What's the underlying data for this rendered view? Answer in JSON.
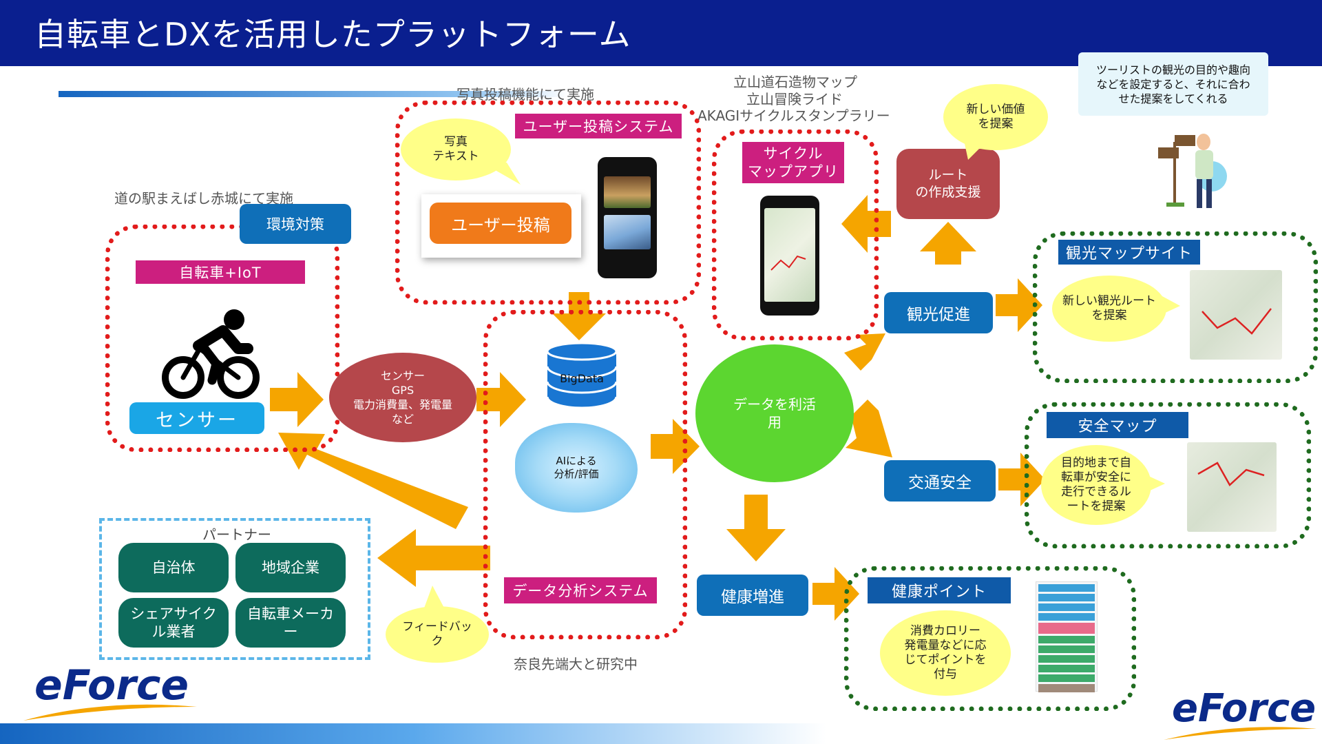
{
  "title": "自転車とDXを活用したプラットフォーム",
  "captions": {
    "photo_feature": "写真投稿機能にて実施",
    "map_apps_1": "立山道石造物マップ",
    "map_apps_2": "立山冒険ライド",
    "map_apps_3": "AKAGIサイクルスタンプラリー",
    "michinoeki": "道の駅まえばし赤城にて実施",
    "nara": "奈良先端大と研究中"
  },
  "user_post_system": {
    "label": "ユーザー投稿システム",
    "bubble_1": "写真",
    "bubble_2": "テキスト",
    "button": "ユーザー投稿"
  },
  "env": {
    "label": "環境対策"
  },
  "iot": {
    "label": "自転車+IoT",
    "sensor": "センサー",
    "cyclist_icon": "cyclist-icon"
  },
  "sensor_data": {
    "line1": "センサー",
    "line2": "GPS",
    "line3": "電力消費量、発電量",
    "line4": "など"
  },
  "analysis": {
    "bigdata": "BigData",
    "ai_1": "AIによる",
    "ai_2": "分析/評価",
    "label": "データ分析システム"
  },
  "cycle_map_app": {
    "line1": "サイクル",
    "line2": "マップアプリ"
  },
  "route": {
    "line1": "ルート",
    "line2": "の作成支援"
  },
  "new_value": {
    "line1": "新しい価値",
    "line2": "を提案"
  },
  "tourist_note": {
    "line1": "ツーリストの観光の目的や趣向",
    "line2": "などを設定すると、それに合わ",
    "line3": "せた提案をしてくれる"
  },
  "data_use": {
    "line1": "データを利活",
    "line2": "用"
  },
  "tourism": {
    "button": "観光促進",
    "site_label": "観光マップサイト",
    "bubble_1": "新しい観光ルート",
    "bubble_2": "を提案"
  },
  "safety": {
    "button": "交通安全",
    "map_label": "安全マップ",
    "bubble_1": "目的地まで自",
    "bubble_2": "転車が安全に",
    "bubble_3": "走行できるル",
    "bubble_4": "ートを提案"
  },
  "health": {
    "button": "健康増進",
    "point_label": "健康ポイント",
    "bubble_1": "消費カロリー",
    "bubble_2": "発電量などに応",
    "bubble_3": "じてポイントを",
    "bubble_4": "付与"
  },
  "partners": {
    "label": "パートナー",
    "items": [
      {
        "label": "自治体"
      },
      {
        "label": "地域企業"
      },
      {
        "label_1": "シェアサイク",
        "label_2": "ル業者"
      },
      {
        "label_1": "自転車メーカ",
        "label_2": "ー"
      }
    ]
  },
  "feedback": {
    "line1": "フィードバッ",
    "line2": "ク"
  },
  "logo": {
    "text": "eForce"
  },
  "colors": {
    "navy": "#0a1f8f",
    "arrow": "#f5a500",
    "red_dots": "#e21b1b",
    "green_dots": "#1f6b1f",
    "magenta": "#cc1f7f",
    "green_circle": "#5cd630",
    "maroon": "#b5474b"
  }
}
